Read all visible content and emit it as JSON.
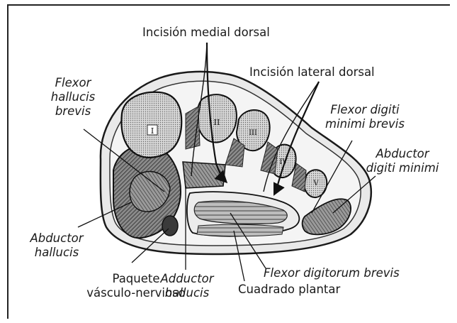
{
  "labels": {
    "incision_medial": "Incisión medial dorsal",
    "incision_lateral": "Incisión lateral dorsal",
    "flexor_hallucis_brevis": [
      "Flexor",
      "hallucis",
      "brevis"
    ],
    "flexor_digiti_minimi_brevis": [
      "Flexor digiti",
      "minimi brevis"
    ],
    "abductor_digiti_minimi": [
      "Abductor",
      "digiti minimi"
    ],
    "abductor_hallucis": [
      "Abductor",
      "hallucis"
    ],
    "paquete": [
      "Paquete",
      "vásculo-nervioso"
    ],
    "adductor_hallucis": [
      "Adductor",
      "hallucis"
    ],
    "flexor_digitorum_brevis": "Flexor digitorum brevis",
    "cuadrado_plantar": "Cuadrado plantar"
  },
  "bones": [
    "I",
    "II",
    "III",
    "IV",
    "V"
  ]
}
